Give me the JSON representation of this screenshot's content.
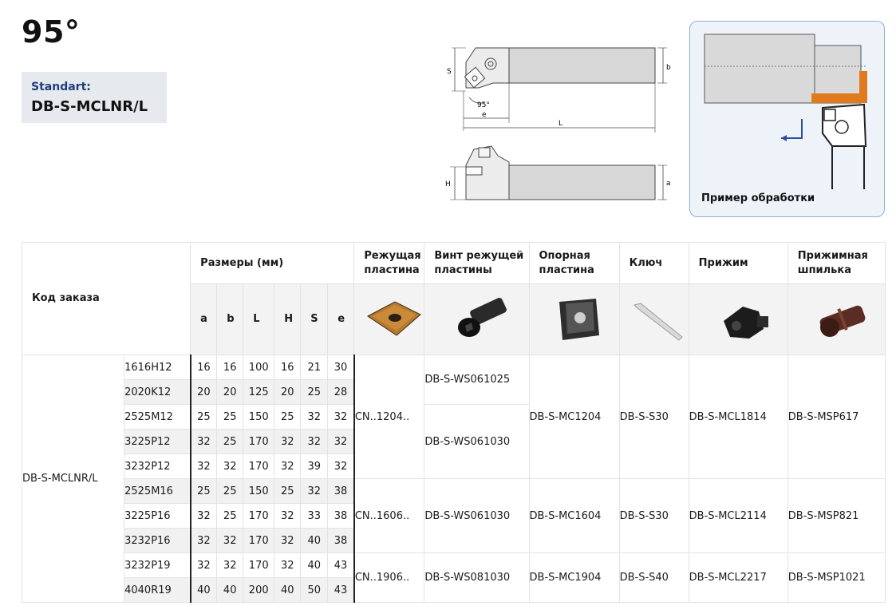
{
  "title": "95°",
  "standart": {
    "label": "Standart:",
    "value": "DB-S-MCLNR/L"
  },
  "drawing": {
    "dim_S": "S",
    "dim_b": "b",
    "dim_angle": "95°",
    "dim_e": "e",
    "dim_L": "L",
    "dim_H": "H",
    "dim_a": "a"
  },
  "example": {
    "caption": "Пример обработки"
  },
  "colors": {
    "accent": "#e07a1f",
    "blue": "#2c4f9c",
    "frame": "#8fb0d4"
  },
  "table": {
    "order_code_header": "Код заказа",
    "dims_header": "Размеры (мм)",
    "dim_letters": [
      "a",
      "b",
      "L",
      "H",
      "S",
      "e"
    ],
    "parts_headers": [
      "Режущая пластина",
      "Винт режущей пластины",
      "Опорная пластина",
      "Ключ",
      "Прижим",
      "Прижимная шпилька"
    ],
    "part_icons": [
      "insert-image-icon",
      "screw-image-icon",
      "shim-image-icon",
      "key-image-icon",
      "clamp-image-icon",
      "clamp-pin-image-icon"
    ],
    "order_code": "DB-S-MCLNR/L",
    "rows": [
      {
        "size": "1616H12",
        "a": "16",
        "b": "16",
        "L": "100",
        "H": "16",
        "S": "21",
        "e": "30"
      },
      {
        "size": "2020K12",
        "a": "20",
        "b": "20",
        "L": "125",
        "H": "20",
        "S": "25",
        "e": "28"
      },
      {
        "size": "2525M12",
        "a": "25",
        "b": "25",
        "L": "150",
        "H": "25",
        "S": "32",
        "e": "32"
      },
      {
        "size": "3225P12",
        "a": "32",
        "b": "25",
        "L": "170",
        "H": "32",
        "S": "32",
        "e": "32"
      },
      {
        "size": "3232P12",
        "a": "32",
        "b": "32",
        "L": "170",
        "H": "32",
        "S": "39",
        "e": "32"
      },
      {
        "size": "2525M16",
        "a": "25",
        "b": "25",
        "L": "150",
        "H": "25",
        "S": "32",
        "e": "38"
      },
      {
        "size": "3225P16",
        "a": "32",
        "b": "25",
        "L": "170",
        "H": "32",
        "S": "33",
        "e": "38"
      },
      {
        "size": "3232P16",
        "a": "32",
        "b": "32",
        "L": "170",
        "H": "32",
        "S": "40",
        "e": "38"
      },
      {
        "size": "3232P19",
        "a": "32",
        "b": "32",
        "L": "170",
        "H": "32",
        "S": "40",
        "e": "43"
      },
      {
        "size": "4040R19",
        "a": "40",
        "b": "40",
        "L": "200",
        "H": "40",
        "S": "50",
        "e": "43"
      }
    ],
    "groups": [
      {
        "insert": "CN..1204..",
        "screw_a": "DB-S-WS061025",
        "screw_b": "DB-S-WS061030",
        "shim": "DB-S-MC1204",
        "key": "DB-S-S30",
        "clamp": "DB-S-MCL1814",
        "pin": "DB-S-MSP617"
      },
      {
        "insert": "CN..1606..",
        "screw": "DB-S-WS061030",
        "shim": "DB-S-MC1604",
        "key": "DB-S-S30",
        "clamp": "DB-S-MCL2114",
        "pin": "DB-S-MSP821"
      },
      {
        "insert": "CN..1906..",
        "screw": "DB-S-WS081030",
        "shim": "DB-S-MC1904",
        "key": "DB-S-S40",
        "clamp": "DB-S-MCL2217",
        "pin": "DB-S-MSP1021"
      }
    ]
  }
}
